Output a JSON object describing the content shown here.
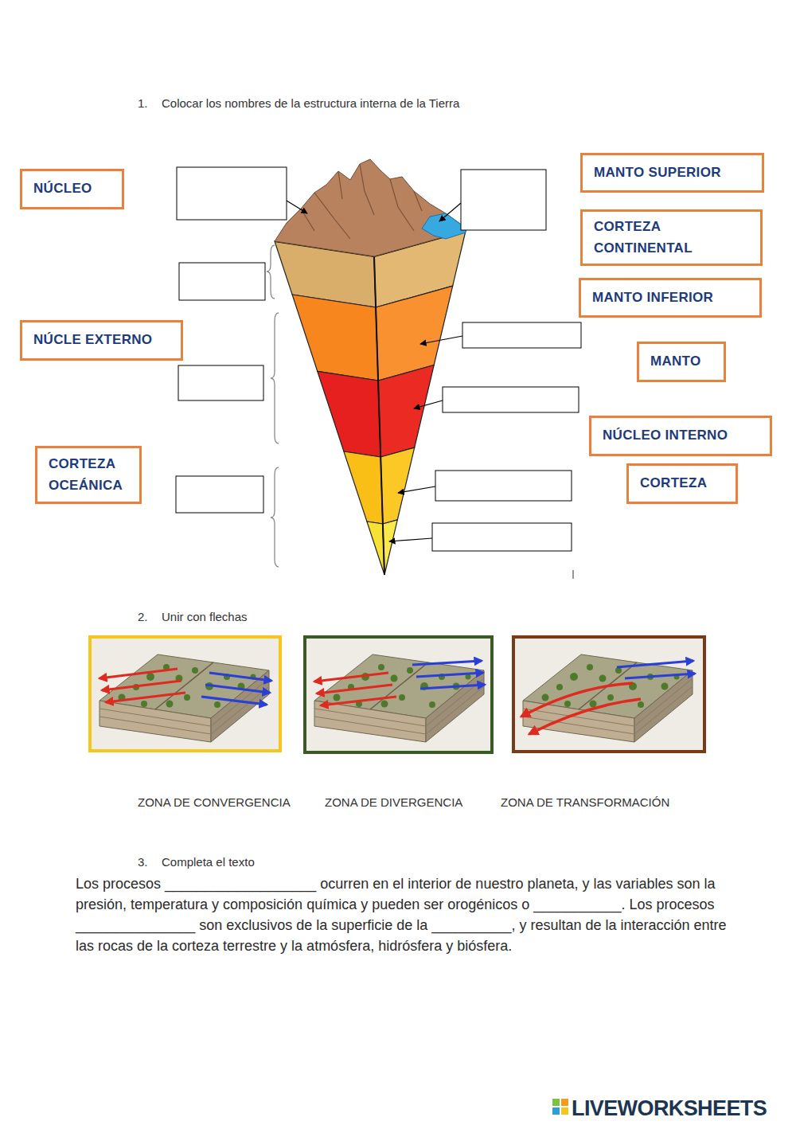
{
  "diagram": {
    "nodes": [
      {
        "text": [
          "MANTO SUPERIOR"
        ]
      },
      {
        "text": [
          "NÚCLEO"
        ]
      },
      {
        "text": [
          "CORTEZA CONTINENTAL"
        ]
      },
      {
        "text": [
          "MANTO INFERIOR"
        ]
      },
      {
        "text": [
          "NÚCLE EXTERNO"
        ]
      },
      {
        "text": [
          "MANTO"
        ]
      },
      {
        "text": [
          "NÚCLEO INTERNO"
        ]
      },
      {
        "text": [
          "CORTEZA OCEÁNICA"
        ]
      },
      {
        "text": [
          "CORTEZA"
        ]
      }
    ],
    "labels": [
      "1.",
      "Colocar los nombres de la estructura interna de la Tierra",
      "2.",
      "Unir con flechas",
      "ZONA DE CONVERGENCIA",
      "ZONA DE DIVERGENCIA",
      "ZONA DE TRANSFORMACIÓN",
      "3.",
      "Completa el texto",
      "Los procesos ___________________ ocurren en el interior de nuestro planeta, y las variables son la presión, temperatura y composición química y pueden ser orogénicos o ___________. Los procesos _______________ son exclusivos de la superficie de la __________, y resultan de la interacción entre las rocas de la corteza terrestre y la atmósfera, hidrósfera y biósfera.",
      "LIVEWORKSHEETS"
    ]
  }
}
